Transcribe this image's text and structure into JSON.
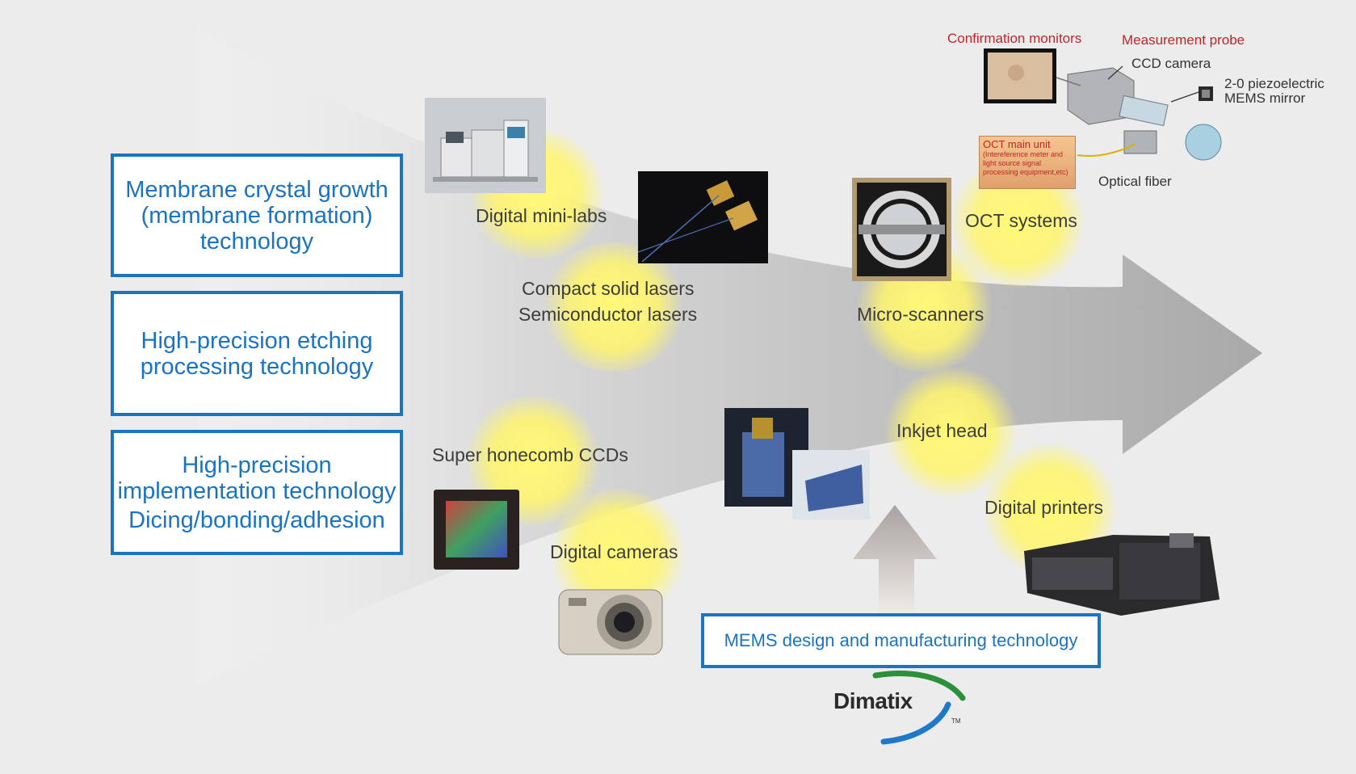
{
  "technologies": {
    "membrane": [
      "Membrane crystal growth",
      "(membrane formation)",
      "technology"
    ],
    "etching": [
      "High-precision etching",
      "processing technology"
    ],
    "implementation": [
      "High-precision",
      "implementation technology",
      "Dicing/bonding/adhesion"
    ]
  },
  "applications": {
    "mini_labs": "Digital mini-labs",
    "lasers": [
      "Compact solid lasers",
      "Semiconductor lasers"
    ],
    "micro_scanners": "Micro-scanners",
    "oct_systems": "OCT systems",
    "ccds": "Super honecomb CCDs",
    "cameras": "Digital cameras",
    "inkjet_head": "Inkjet head",
    "printers": "Digital printers"
  },
  "oct_diagram": {
    "confirmation_monitors": "Confirmation monitors",
    "measurement_probe": "Measurement probe",
    "ccd_camera": "CCD camera",
    "mirror": [
      "2-0 piezoelectric",
      "MEMS mirror"
    ],
    "main_unit_title": "OCT main unit",
    "main_unit_detail": [
      "(Intereference meter and",
      "light source signal",
      "processing equipment,etc)"
    ],
    "optical_fiber": "Optical fiber"
  },
  "mems": "MEMS design and manufacturing technology",
  "logo": {
    "text": "Dimatix",
    "tm": "TM"
  },
  "colors": {
    "accent_blue": "#1a73c3",
    "label_red": "#c0262c",
    "glow_yellow": "#fff578",
    "arrow_gray": "#b4b4b4"
  }
}
